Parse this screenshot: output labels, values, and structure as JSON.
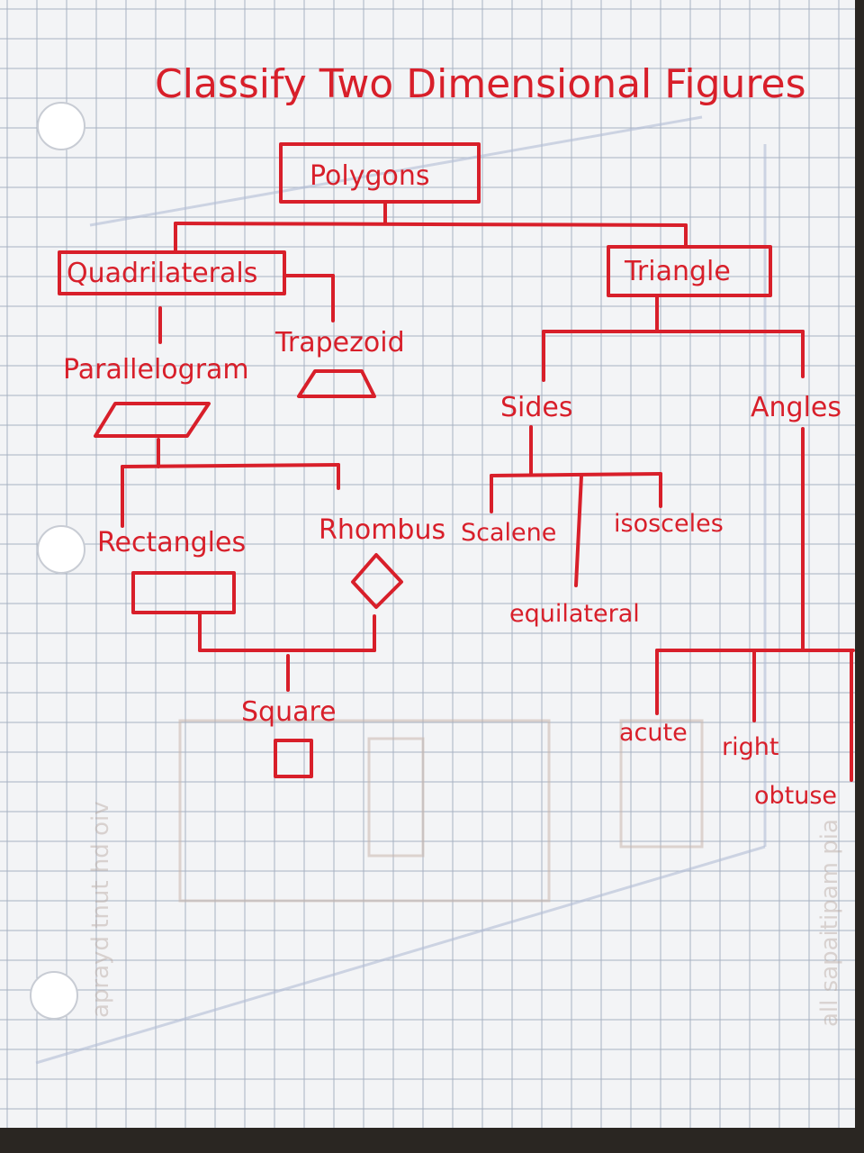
{
  "title": "Classify Two Dimensional Figures",
  "nodes": {
    "polygons": "Polygons",
    "quadrilaterals": "Quadrilaterals",
    "trapezoid": "Trapezoid",
    "parallelogram": "Parallelogram",
    "rectangles": "Rectangles",
    "rhombus": "Rhombus",
    "square": "Square",
    "triangle": "Triangle",
    "sides": "Sides",
    "scalene": "Scalene",
    "isosceles": "isosceles",
    "equilateral": "equilateral",
    "angles": "Angles",
    "acute": "acute",
    "right": "right",
    "obtuse": "obtuse"
  },
  "colors": {
    "ink": "#d81f2a",
    "paper": "#f3f4f6",
    "grid": "#a7b2c2"
  }
}
